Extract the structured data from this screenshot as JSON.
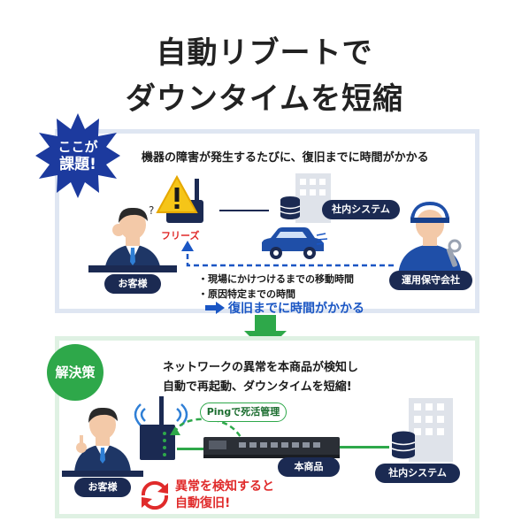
{
  "title": {
    "line1": "自動リブートで",
    "line2": "ダウンタイムを短縮"
  },
  "problem": {
    "badge_line1": "ここが",
    "badge_line2": "課題!",
    "heading": "機器の障害が発生するたびに、復旧までに時間がかかる",
    "freeze_label": "フリーズ",
    "customer_label": "お客様",
    "system_label": "社内システム",
    "maintenance_label": "運用保守会社",
    "bullets": [
      "・現場にかけつけるまでの移動時間",
      "・原因特定までの時間"
    ],
    "result": "復旧までに時間がかかる"
  },
  "solution": {
    "badge": "解決策",
    "heading_line1": "ネットワークの異常を本商品が検知し",
    "heading_line2": "自動で再起動、ダウンタイムを短縮!",
    "ping_label": "Pingで死活管理",
    "customer_label": "お客様",
    "product_label": "本商品",
    "system_label": "社内システム",
    "recover_line1": "異常を検知すると",
    "recover_line2": "自動復旧!"
  },
  "colors": {
    "navy": "#1b2a52",
    "blue": "#1a56c4",
    "green": "#2ea84a",
    "red": "#e02b2b",
    "yellow": "#f5c518"
  }
}
